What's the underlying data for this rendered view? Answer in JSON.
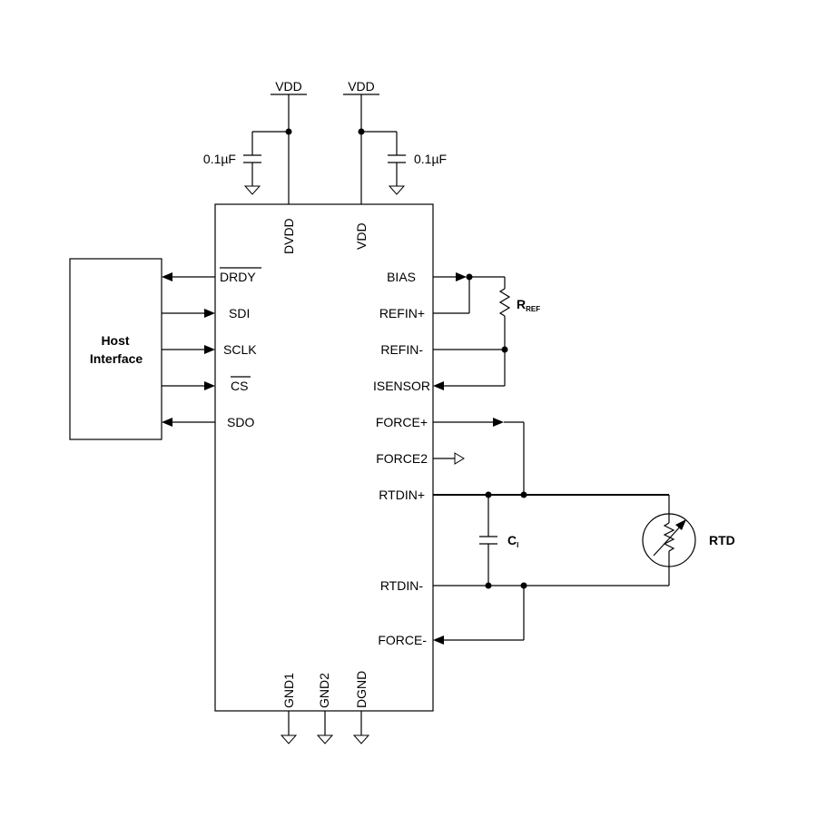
{
  "supply": {
    "vdd_left": "VDD",
    "vdd_right": "VDD"
  },
  "capacitors": {
    "left_value": "0.1µF",
    "right_value": "0.1µF"
  },
  "host": {
    "line1": "Host",
    "line2": "Interface"
  },
  "ic_top_pins": {
    "dvdd": "DVDD",
    "vdd": "VDD"
  },
  "ic_left_pins": {
    "drdy": "DRDY",
    "sdi": "SDI",
    "sclk": "SCLK",
    "cs": "CS",
    "sdo": "SDO"
  },
  "ic_right_pins": {
    "bias": "BIAS",
    "refin_plus": "REFIN+",
    "refin_minus": "REFIN-",
    "isensor": "ISENSOR",
    "force_plus": "FORCE+",
    "force2": "FORCE2",
    "rtdin_plus": "RTDIN+",
    "rtdin_minus": "RTDIN-",
    "force_minus": "FORCE-"
  },
  "ic_bottom_pins": {
    "gnd1": "GND1",
    "gnd2": "GND2",
    "dgnd": "DGND"
  },
  "components": {
    "rref_main": "R",
    "rref_sub": "REF",
    "ci_main": "C",
    "ci_sub": "I",
    "rtd": "RTD"
  }
}
